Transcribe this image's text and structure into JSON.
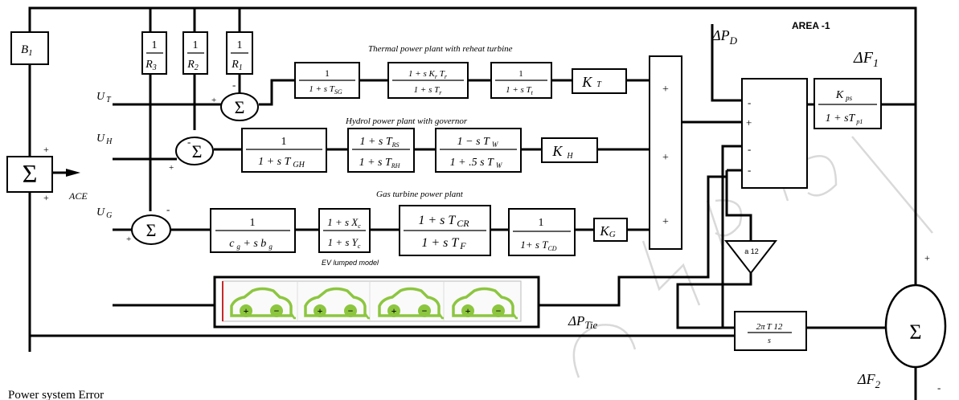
{
  "labels": {
    "area": "AREA  -1",
    "thermal_caption": "Thermal    power    plant    with    reheat    turbine",
    "hydro_caption": "Hydrol    power    plant  with   governor",
    "gas_caption": "Gas     turbine    power       plant",
    "ev_caption": "EV lumped model",
    "ace": "ACE",
    "footer": "Power system Error",
    "u_t": "T",
    "u_h": "H",
    "u_g": "G",
    "u_main": "U",
    "dpd_main": "ΔP",
    "dpd_sub": "D",
    "df1_main": "ΔF",
    "df1_sub": "1",
    "df2_main": "ΔF",
    "df2_sub": "2",
    "dptie_main": "ΔP",
    "dptie_sub": "Tie",
    "b1_main": "B",
    "b1_sub": "1",
    "sum": "Σ",
    "plus": "+",
    "minus": "-",
    "a12": "a  12"
  },
  "blocks": {
    "r3": {
      "num": "1",
      "den_main": "R",
      "den_sub": "3"
    },
    "r2": {
      "num": "1",
      "den_main": "R",
      "den_sub": "2"
    },
    "r1": {
      "num": "1",
      "den_main": "R",
      "den_sub": "1"
    },
    "tsg": {
      "num": "1",
      "den_main": "1 + s T",
      "den_sub": "SG"
    },
    "reheat": {
      "num_a": "1 + s K",
      "num_a_sub": "r",
      "num_b": " T",
      "num_b_sub": "r",
      "den_main": "1 + s T",
      "den_sub": "r"
    },
    "tt": {
      "num": "1",
      "den_main": "1 + s T",
      "den_sub": "t"
    },
    "kt": {
      "main": "K",
      "sub": "T"
    },
    "tgh": {
      "num": "1",
      "den_main": "1 + s  T",
      "den_sub": "GH"
    },
    "trs": {
      "num_main": "1 + s T",
      "num_sub": "RS",
      "den_main": "1 + s T",
      "den_sub": "RH"
    },
    "tw": {
      "num_main": "1 − s T",
      "num_sub": "W",
      "den_main": "1 + .5 s T",
      "den_sub": "W"
    },
    "kh": {
      "main": "K",
      "sub": "H"
    },
    "cg": {
      "num": "1",
      "den_a": "c",
      "den_a_sub": "g",
      "den_b": " + s b",
      "den_b_sub": "g"
    },
    "xc": {
      "num_main": "1 + s X",
      "num_sub": "c",
      "den_main": "1 + s Y",
      "den_sub": "c"
    },
    "tcr": {
      "num_main": "1 + s T",
      "num_sub": "CR",
      "den_main": "1 + s T",
      "den_sub": "F"
    },
    "tcd": {
      "num": "1",
      "den_main": "1+ s T",
      "den_sub": "CD"
    },
    "kg": {
      "main": "K",
      "sub": "G"
    },
    "kps": {
      "num_main": "K",
      "num_sub": "ps",
      "den_main": "1 + sT",
      "den_sub": "p1"
    },
    "tie": {
      "num_a": "2π",
      "num_b": "T 12",
      "den": "s"
    }
  },
  "ev": {
    "count": 4,
    "color": "#8cc63f"
  },
  "colors": {
    "line": "#000000",
    "ev": "#8cc63f",
    "ev_frame_red": "#c62828"
  }
}
